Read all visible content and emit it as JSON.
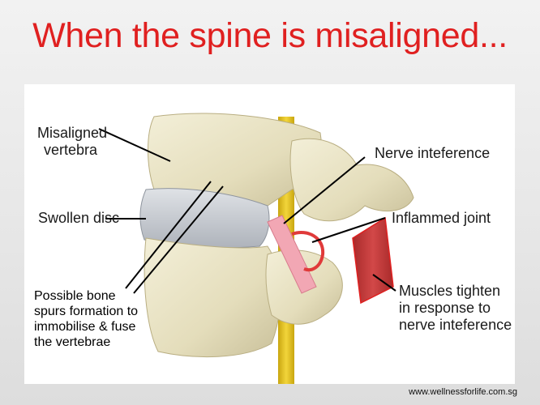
{
  "title": "When the spine is misaligned...",
  "labels": {
    "misaligned_vertebra": [
      "Misaligned",
      "vertebra"
    ],
    "swollen_disc": [
      "Swollen disc"
    ],
    "nerve_interference": [
      "Nerve inteference"
    ],
    "inflammed_joint": [
      "Inflammed joint"
    ],
    "muscles_tighten": [
      "Muscles tighten",
      "in response to",
      "nerve inteference"
    ],
    "bone_spurs": [
      "Possible bone",
      "spurs formation to",
      "immobilise & fuse",
      "the vertebrae"
    ]
  },
  "footer": "www.wellnessforlife.com.sg",
  "colors": {
    "title": "#e02020",
    "bone": "#e9e3c4",
    "disc": "#c9cdd3",
    "nerve": "#e8c51a",
    "inflamed": "#e03a3a",
    "muscle": "#c93434"
  }
}
